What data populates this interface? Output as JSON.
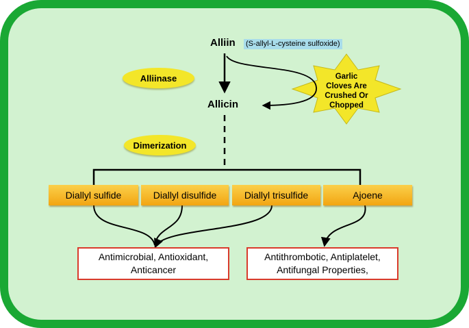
{
  "alliin": {
    "label": "Alliin",
    "note": "(S-allyl-L-cysteine sulfoxide)"
  },
  "alliinase": "Alliinase",
  "allicin": "Allicin",
  "dimerization": "Dimerization",
  "trigger": {
    "lines": [
      "Garlic",
      "Cloves Are",
      "Crushed Or",
      "Chopped"
    ]
  },
  "compounds": [
    "Diallyl sulfide",
    "Diallyl disulfide",
    "Diallyl trisulfide",
    "Ajoene"
  ],
  "effects": [
    {
      "lines": [
        "Antimicrobial, Antioxidant,",
        "Anticancer"
      ]
    },
    {
      "lines": [
        "Antithrombotic, Antiplatelet,",
        "Antifungal Properties,"
      ]
    }
  ],
  "colors": {
    "frame_border": "#1aa834",
    "frame_fill": "#d2f2d0",
    "pill_fill": "#f3e629",
    "star_fill": "#f3e629",
    "compound_fill": "#f5b420",
    "effect_border": "#d93a2b",
    "note_highlight": "#a8dcea"
  }
}
